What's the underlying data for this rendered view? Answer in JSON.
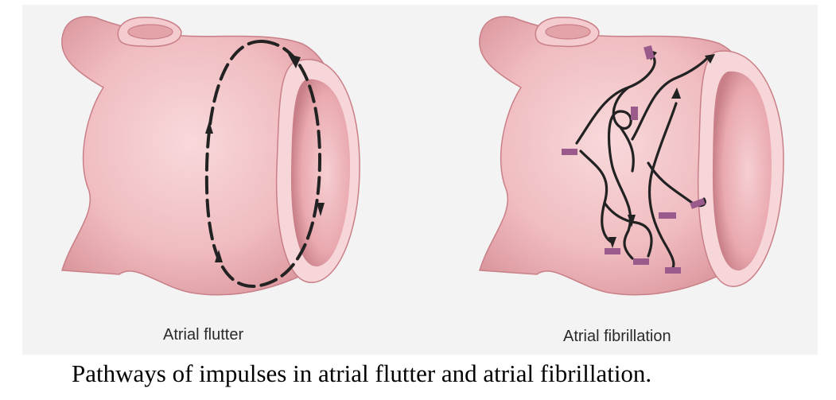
{
  "figure": {
    "labels": {
      "flutter": "Atrial flutter",
      "fibrillation": "Atrial fibrillation"
    },
    "caption": "Pathways of impulses in atrial flutter and atrial fibrillation.",
    "colors": {
      "tissue": "#f2c3c6",
      "tissue_shadow": "#d98f96",
      "tissue_outline": "#c97f87",
      "pathway": "#222222",
      "ectopic_focus": "#9b5a8c",
      "panel_bg": "#f3f3f3"
    }
  }
}
